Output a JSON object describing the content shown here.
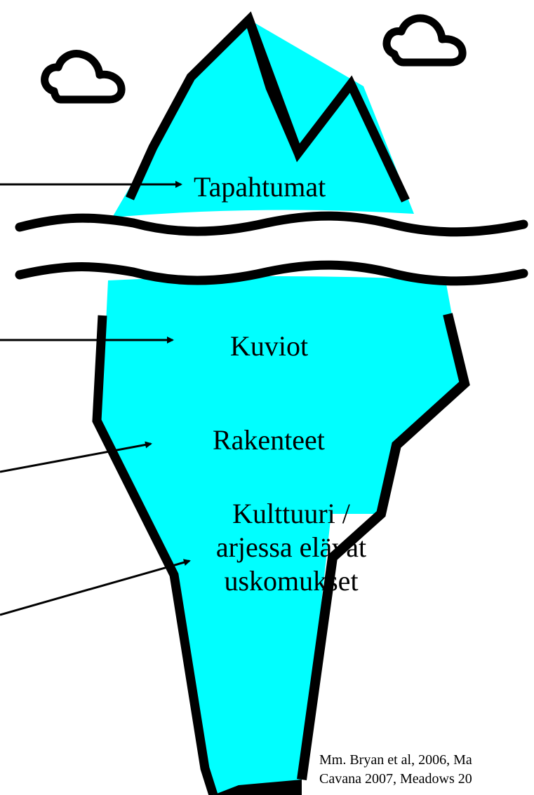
{
  "colors": {
    "water": "#00ffff",
    "ink": "#000000",
    "background": "#ffffff"
  },
  "icons": [
    "cloud-icon",
    "cloud-icon",
    "arrow-icon"
  ],
  "levels": {
    "events": "Tapahtumat",
    "patterns": "Kuviot",
    "structures": "Rakenteet",
    "culture_lines": [
      "Kulttuuri /",
      "arjessa elävät",
      "uskomukset"
    ]
  },
  "citation_lines": [
    "Mm. Bryan et al, 2006, Ma",
    "Cavana 2007, Meadows 20"
  ]
}
